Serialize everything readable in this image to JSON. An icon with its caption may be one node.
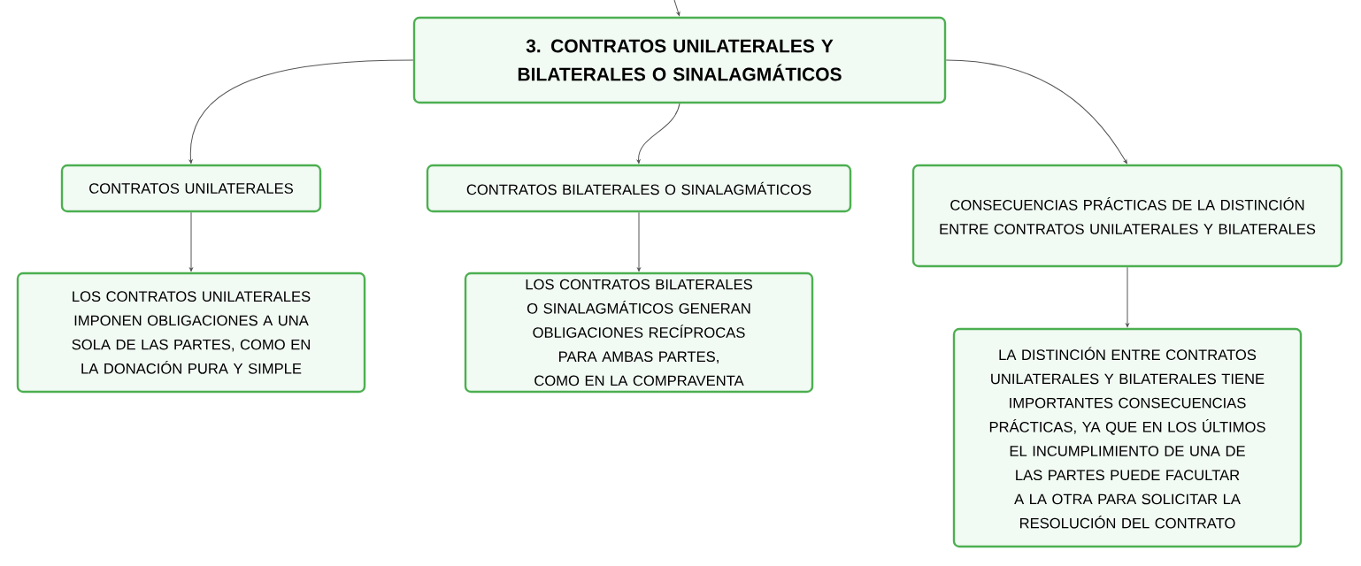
{
  "diagram": {
    "nodes": [
      {
        "text": [
          "3. CONTRATOS UNILATERALES Y BILATERALES O SINALAGMÁTICOS"
        ]
      },
      {
        "text": [
          "CONTRATOS UNILATERALES"
        ]
      },
      {
        "text": [
          "CONTRATOS BILATERALES O SINALAGMÁTICOS"
        ]
      },
      {
        "text": [
          "CONSECUENCIAS PRÁCTICAS DE LA DISTINCIÓN ENTRE CONTRATOS UNILATERALES Y BILATERALES"
        ]
      },
      {
        "text": [
          "LOS CONTRATOS UNILATERALES IMPONEN OBLIGACIONES A UNA SOLA DE LAS PARTES, COMO EN LA DONACIÓN PURA Y SIMPLE"
        ]
      },
      {
        "text": [
          "LOS CONTRATOS BILATERALES O SINALAGMÁTICOS GENERAN OBLIGACIONES RECÍPROCAS PARA AMBAS PARTES, COMO EN LA COMPRAVENTA"
        ]
      },
      {
        "text": [
          "LA DISTINCIÓN ENTRE CONTRATOS UNILATERALES Y BILATERALES TIENE IMPORTANTES CONSECUENCIAS PRÁCTICAS, YA QUE EN LOS ÚLTIMOS EL INCUMPLIMIENTO DE UNA DE LAS PARTES PUEDE FACULTAR A LA OTRA PARA SOLICITAR LA RESOLUCIÓN DEL CONTRATO"
        ]
      }
    ],
    "edges": [
      {
        "from": null,
        "to": 0,
        "arrow": "to"
      },
      {
        "from": 0,
        "to": 1,
        "arrow": "to"
      },
      {
        "from": 0,
        "to": 2,
        "arrow": "to"
      },
      {
        "from": 0,
        "to": 3,
        "arrow": "to"
      },
      {
        "from": 1,
        "to": 4,
        "arrow": "to"
      },
      {
        "from": 2,
        "to": 5,
        "arrow": "to"
      },
      {
        "from": 3,
        "to": 6,
        "arrow": "to"
      }
    ]
  }
}
